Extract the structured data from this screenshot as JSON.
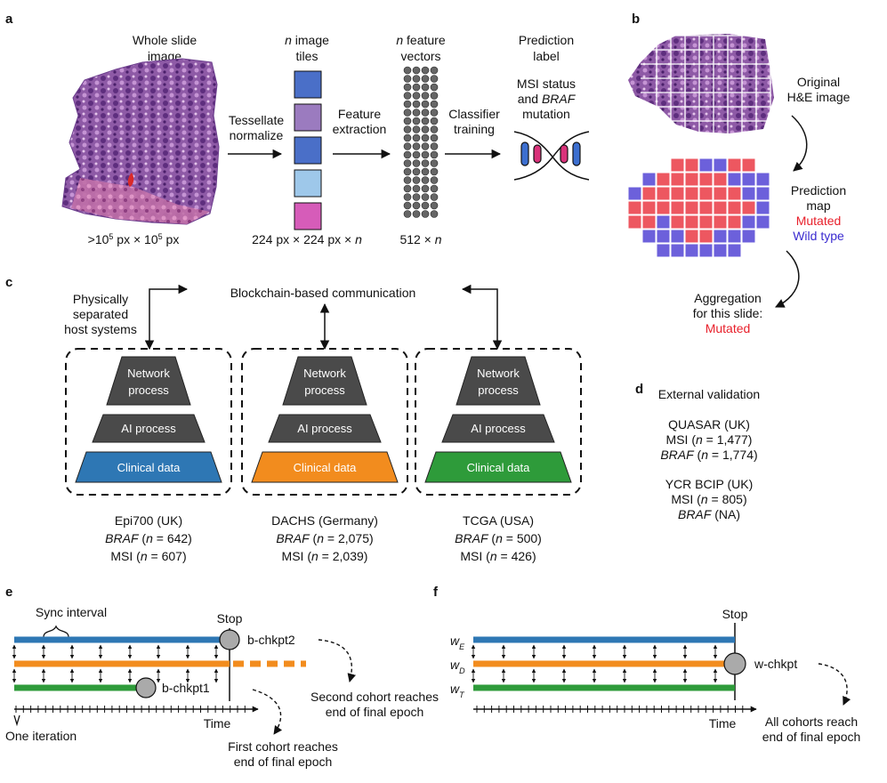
{
  "panel_labels": {
    "a": "a",
    "b": "b",
    "c": "c",
    "d": "d",
    "e": "e",
    "f": "f"
  },
  "panel_a": {
    "wsi_title_1": "Whole slide",
    "wsi_title_2": "image",
    "wsi_size_1": ">10",
    "wsi_size_exp_1": "5",
    "wsi_size_2": " px × 10",
    "wsi_size_exp_2": "5",
    "wsi_size_3": " px",
    "tiles_title_n": "n",
    "tiles_title_1": " image",
    "tiles_title_2": "tiles",
    "tiles_size": "224 px × 224 px × ",
    "tiles_size_n": "n",
    "feat_title_n": "n",
    "feat_title_1": " feature",
    "feat_title_2": "vectors",
    "feat_size": "512 × ",
    "feat_size_n": "n",
    "pred_title_1": "Prediction",
    "pred_title_2": "label",
    "msi_1": "MSI status",
    "msi_2": "and ",
    "msi_braf": "BRAF",
    "msi_3": "mutation",
    "arrow1_1": "Tessellate",
    "arrow1_2": "normalize",
    "arrow2_1": "Feature",
    "arrow2_2": "extraction",
    "arrow3_1": "Classifier",
    "arrow3_2": "training",
    "tile_colors": [
      "#4a6fc8",
      "#9b7bbf",
      "#4a6fc8",
      "#9ec8ea",
      "#d65cb9"
    ]
  },
  "panel_b": {
    "orig_1": "Original",
    "orig_2": "H&E image",
    "pred_1": "Prediction",
    "pred_2": "map",
    "mutated": "Mutated",
    "wild": "Wild type",
    "agg_1": "Aggregation",
    "agg_2": "for this slide:",
    "agg_result": "Mutated",
    "colors": {
      "mutated": "#e8202b",
      "wild": "#3b2bd0"
    }
  },
  "panel_c": {
    "blockchain": "Blockchain-based communication",
    "host_1": "Physically",
    "host_2": "separated",
    "host_3": "host systems",
    "network_1": "Network",
    "network_2": "process",
    "ai": "AI process",
    "clinical": "Clinical data",
    "sites": [
      {
        "name": "Epi700 (UK)",
        "l1_italic": "BRAF",
        "l1_rest": " (",
        "l1_n": "n",
        "l1_val": " = 642)",
        "l2_pre": "MSI (",
        "l2_n": "n",
        "l2_val": " = 607)",
        "color": "#2e77b4"
      },
      {
        "name": "DACHS (Germany)",
        "l1_italic": "BRAF",
        "l1_rest": " (",
        "l1_n": "n",
        "l1_val": " = 2,075)",
        "l2_pre": "MSI (",
        "l2_n": "n",
        "l2_val": " = 2,039)",
        "color": "#f28c1e"
      },
      {
        "name": "TCGA (USA)",
        "l1_italic": "BRAF",
        "l1_rest": " (",
        "l1_n": "n",
        "l1_val": " = 500)",
        "l2_pre": "MSI (",
        "l2_n": "n",
        "l2_val": " = 426)",
        "color": "#2e9b3a"
      }
    ],
    "colors": {
      "layer": "#4a4a4a",
      "layer_text": "#ffffff"
    }
  },
  "panel_d": {
    "title": "External validation",
    "c1_name": "QUASAR (UK)",
    "c1_msi_pre": "MSI (",
    "c1_msi_n": "n",
    "c1_msi_val": " = 1,477)",
    "c1_braf": "BRAF",
    "c1_braf_pre": " (",
    "c1_braf_n": "n",
    "c1_braf_val": " = 1,774)",
    "c2_name": "YCR BCIP (UK)",
    "c2_msi_pre": "MSI (",
    "c2_msi_n": "n",
    "c2_msi_val": " = 805)",
    "c2_braf": "BRAF",
    "c2_braf_val": " (NA)"
  },
  "panel_e": {
    "sync": "Sync interval",
    "stop": "Stop",
    "chk2": "b-chkpt2",
    "chk1": "b-chkpt1",
    "second_1": "Second cohort reaches",
    "second_2": "end of final epoch",
    "first_1": "First cohort reaches",
    "first_2": "end of final epoch",
    "time": "Time",
    "iteration": "One iteration"
  },
  "panel_f": {
    "stop": "Stop",
    "w": "w",
    "w_e": "E",
    "w_d": "D",
    "w_t": "T",
    "chk": "w-chkpt",
    "all_1": "All cohorts reach",
    "all_2": "end of final epoch",
    "time": "Time"
  },
  "colors": {
    "blue": "#2e77b4",
    "orange": "#f28c1e",
    "green": "#2e9b3a",
    "node": "#aaaaaa",
    "dark": "#111111"
  }
}
